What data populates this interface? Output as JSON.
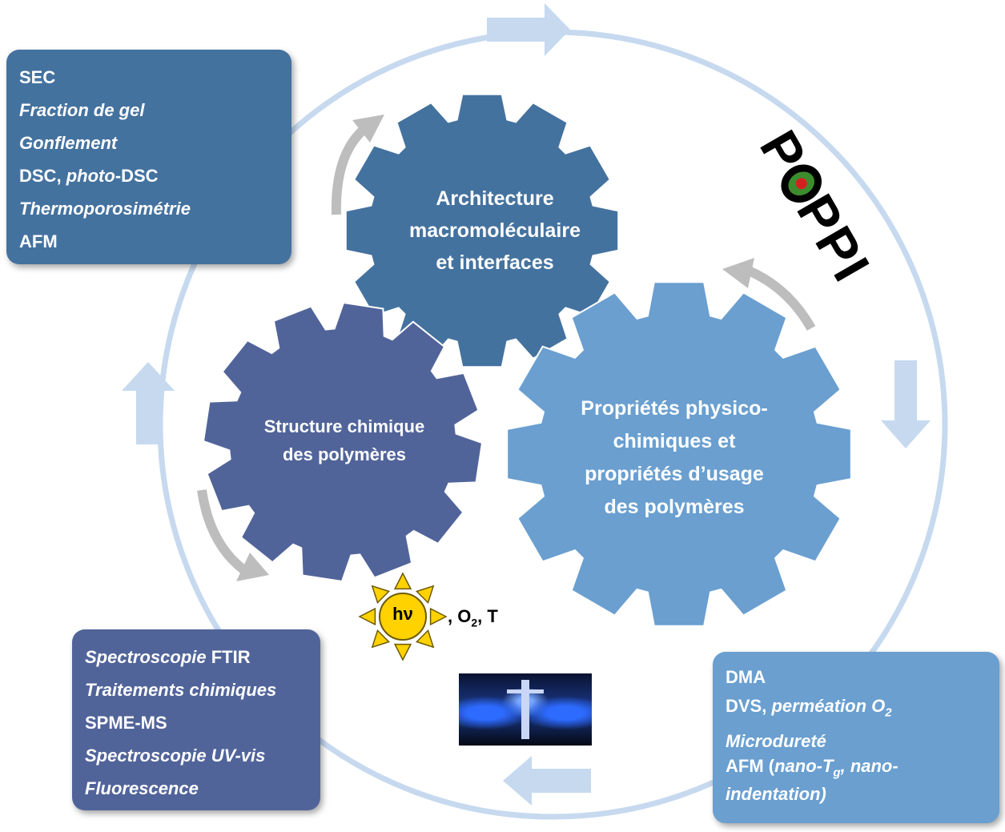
{
  "boxes": {
    "top_left": {
      "lines": [
        {
          "parts": [
            {
              "text": "SEC",
              "italic": false
            }
          ]
        },
        {
          "parts": [
            {
              "text": "Fraction de gel",
              "italic": true
            }
          ]
        },
        {
          "parts": [
            {
              "text": "Gonflement",
              "italic": true
            }
          ]
        },
        {
          "parts": [
            {
              "text": "DSC, ",
              "italic": false
            },
            {
              "text": "photo",
              "italic": true
            },
            {
              "text": "-DSC",
              "italic": false
            }
          ]
        },
        {
          "parts": [
            {
              "text": "Thermoporosimétrie",
              "italic": true
            }
          ]
        },
        {
          "parts": [
            {
              "text": "AFM",
              "italic": false
            }
          ]
        }
      ],
      "color": "#44729f"
    },
    "bottom_left": {
      "lines": [
        {
          "parts": [
            {
              "text": "Spectroscopie",
              "italic": true
            },
            {
              "text": " FTIR",
              "italic": false
            }
          ]
        },
        {
          "parts": [
            {
              "text": "Traitements chimiques",
              "italic": true
            }
          ]
        },
        {
          "parts": [
            {
              "text": "SPME-MS",
              "italic": false
            }
          ]
        },
        {
          "parts": [
            {
              "text": "Spectroscopie UV-vis",
              "italic": true
            }
          ]
        },
        {
          "parts": [
            {
              "text": "Fluorescence",
              "italic": true
            }
          ]
        }
      ],
      "color": "#51649a"
    },
    "bottom_right": {
      "lines": [
        {
          "parts": [
            {
              "text": "DMA",
              "italic": false
            }
          ]
        },
        {
          "parts": [
            {
              "text": "DVS, ",
              "italic": false
            },
            {
              "text": "perméation O",
              "italic": true
            },
            {
              "text": "2",
              "italic": true,
              "sub": true
            }
          ]
        },
        {
          "parts": [
            {
              "text": "Microdureté",
              "italic": true
            }
          ]
        },
        {
          "parts": [
            {
              "text": "AFM (",
              "italic": false
            },
            {
              "text": "nano-T",
              "italic": true
            },
            {
              "text": "g",
              "italic": true,
              "sub": true
            },
            {
              "text": ", nano-",
              "italic": true
            }
          ],
          "tight": true
        },
        {
          "parts": [
            {
              "text": "indentation)",
              "italic": true
            }
          ],
          "tight": true
        }
      ],
      "color": "#6a9fd0"
    }
  },
  "gears": {
    "top": {
      "lines": [
        "Architecture",
        "macromoléculaire",
        "et interfaces"
      ],
      "color": "#44729f"
    },
    "left": {
      "lines": [
        "Structure chimique",
        "des polymères"
      ],
      "color": "#51649a"
    },
    "right": {
      "lines": [
        "Propriétés physico-",
        "chimiques et",
        "propriétés d’usage",
        "des polymères"
      ],
      "color": "#6a9fd0"
    }
  },
  "logo": {
    "text": "POPPI"
  },
  "sun": {
    "label": "hν"
  },
  "conditions": {
    "prefix": ", O",
    "sub": "2",
    "suffix": ", T"
  },
  "colors": {
    "ring": "#c6d9ef",
    "curved_arrow": "#bdbdbd",
    "sun_fill": "#ffd200",
    "sun_stroke": "#6b5a00"
  }
}
